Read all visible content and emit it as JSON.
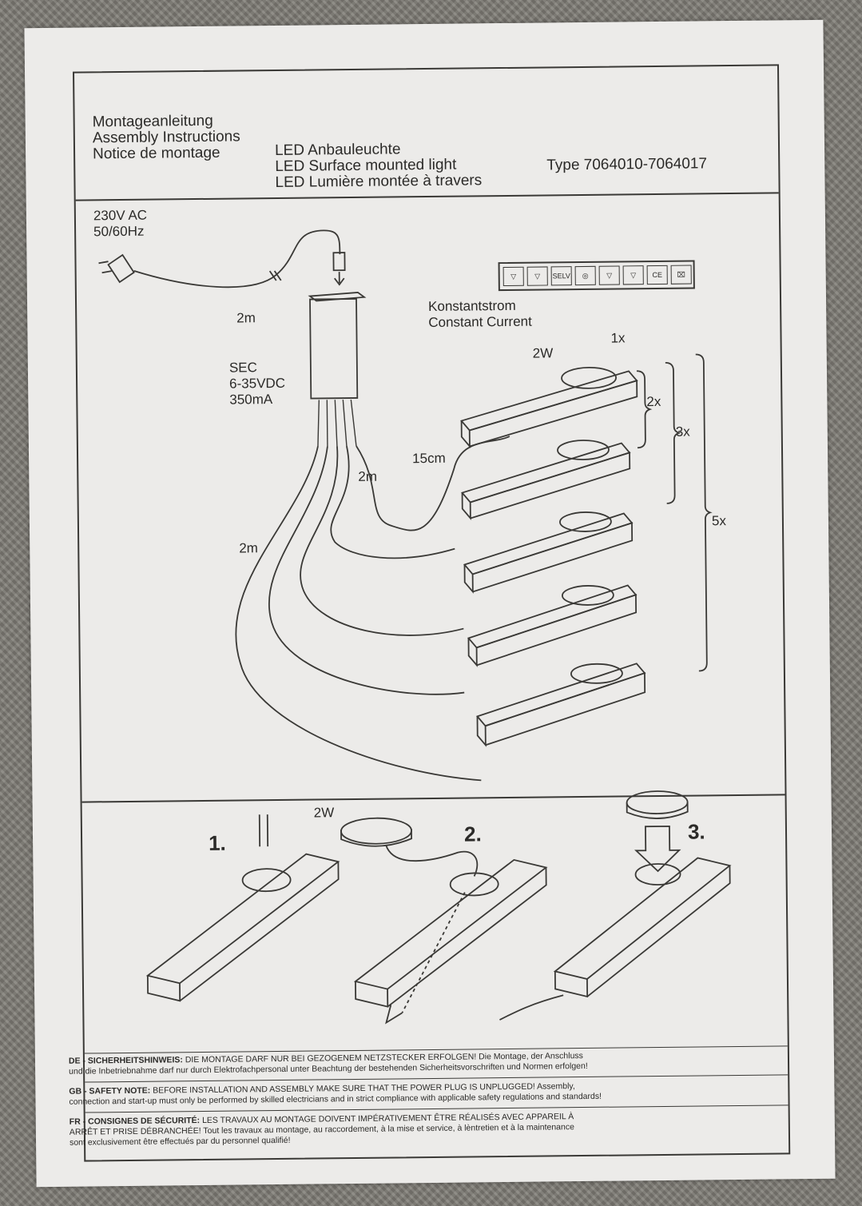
{
  "header": {
    "title_de": "Montageanleitung",
    "title_en": "Assembly Instructions",
    "title_fr": "Notice de montage",
    "product_de": "LED Anbauleuchte",
    "product_en": "LED Surface mounted light",
    "product_fr": "LED Lumière montée à travers",
    "type": "Type 7064010-7064017"
  },
  "wiring": {
    "mains": "230V AC",
    "frequency": "50/60Hz",
    "cable_mains": "2m",
    "driver_type": "SEC",
    "driver_voltage": "6-35VDC",
    "driver_current": "350mA",
    "constant_de": "Konstantstrom",
    "constant_en": "Constant Current",
    "power": "2W",
    "cable_15cm": "15cm",
    "cable_2m_a": "2m",
    "cable_2m_b": "2m",
    "count_1": "1x",
    "count_2": "2x",
    "count_3": "3x",
    "count_5": "5x"
  },
  "certs": [
    "SELV",
    "CE"
  ],
  "steps": {
    "step1": "1.",
    "step2": "2.",
    "step3": "3.",
    "power": "2W"
  },
  "notes": {
    "de_head": "DE - SICHERHEITSHINWEIS:",
    "de_text1": " DIE MONTAGE DARF NUR BEI GEZOGENEM NETZSTECKER ERFOLGEN! Die Montage, der Anschluss",
    "de_text2": "und die Inbetriebnahme darf nur durch Elektrofachpersonal unter Beachtung der bestehenden Sicherheitsvorschriften und Normen erfolgen!",
    "gb_head": "GB - SAFETY NOTE:",
    "gb_text1": " BEFORE INSTALLATION AND ASSEMBLY MAKE SURE THAT THE POWER PLUG IS UNPLUGGED! Assembly,",
    "gb_text2": "connection and start-up must only be performed by skilled electricians and in strict compliance with applicable safety regulations and standards!",
    "fr_head": "FR - CONSIGNES DE SÉCURITÉ:",
    "fr_text1": " LES TRAVAUX AU MONTAGE DOIVENT IMPÉRATIVEMENT ÊTRE RÉALISÉS AVEC APPAREIL À",
    "fr_text2": "ARRÊT ET PRISE DÉBRANCHÉE! Tout les travaux au montage, au raccordement, à la mise et service, à lèntretien et à la maintenance",
    "fr_text3": "sont exclusivement être effectués par du personnel qualifié!"
  }
}
